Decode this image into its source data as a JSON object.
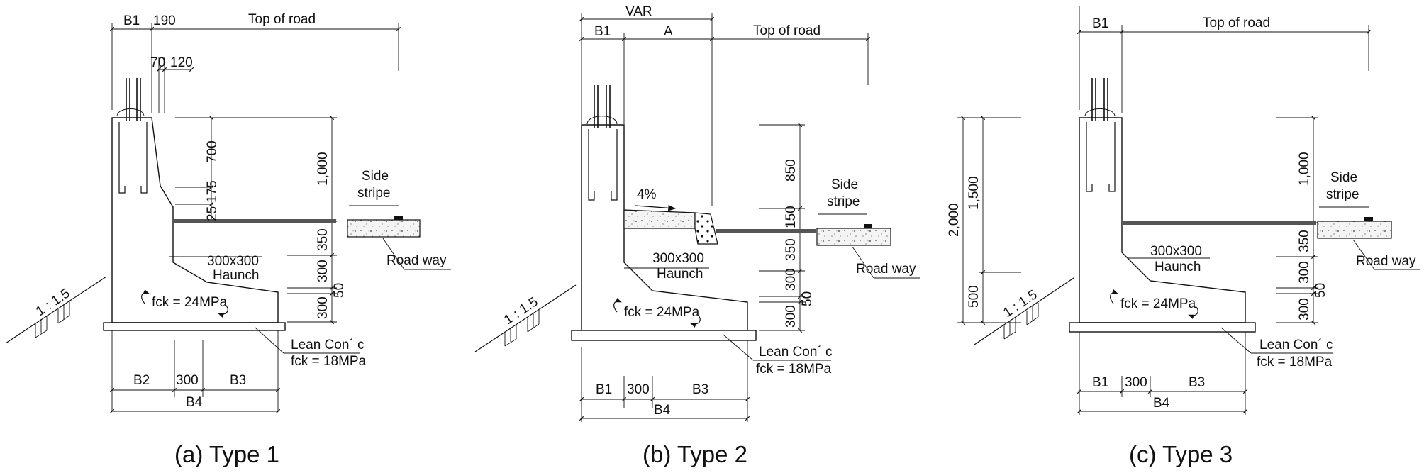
{
  "panels": {
    "type1": {
      "caption": "(a) Type 1",
      "dims": {
        "b1": "B1",
        "d190": "190",
        "top_of_road": "Top of road",
        "d70": "70",
        "d120": "120",
        "d700": "700",
        "d175": "175",
        "d25": "25",
        "d1000": "1,000",
        "d350": "350",
        "d300a": "300",
        "d50": "50",
        "d300b": "300",
        "b2": "B2",
        "d300_bottom": "300",
        "b3": "B3",
        "b4": "B4"
      },
      "side_stripe": [
        "Side",
        "stripe"
      ],
      "road_way": "Road way",
      "haunch": [
        "300x300",
        "Haunch"
      ],
      "fck": "fck = 24MPa",
      "lean": [
        "Lean Con´ c",
        "fck = 18MPa"
      ],
      "slope": "1 : 1.5"
    },
    "type2": {
      "caption": "(b) Type 2",
      "dims": {
        "var": "VAR",
        "b1": "B1",
        "a": "A",
        "top_of_road": "Top of road",
        "d850": "850",
        "d150": "150",
        "d350": "350",
        "d300a": "300",
        "d50": "50",
        "d300b": "300",
        "b1_bottom": "B1",
        "d300_bottom": "300",
        "b3": "B3",
        "b4": "B4"
      },
      "grade": "4%",
      "side_stripe": [
        "Side",
        "stripe"
      ],
      "road_way": "Road way",
      "haunch": [
        "300x300",
        "Haunch"
      ],
      "fck": "fck = 24MPa",
      "lean": [
        "Lean Con´ c",
        "fck = 18MPa"
      ],
      "slope": "1 : 1.5"
    },
    "type3": {
      "caption": "(c) Type 3",
      "dims": {
        "b1": "B1",
        "top_of_road": "Top of road",
        "d2000": "2,000",
        "d1500": "1,500",
        "d500": "500",
        "d1000": "1,000",
        "d350": "350",
        "d300a": "300",
        "d50": "50",
        "d300b": "300",
        "b1_bottom": "B1",
        "d300_bottom": "300",
        "b3": "B3",
        "b4": "B4"
      },
      "side_stripe": [
        "Side",
        "stripe"
      ],
      "road_way": "Road way",
      "haunch": [
        "300x300",
        "Haunch"
      ],
      "fck": "fck = 24MPa",
      "lean": [
        "Lean Con´ c",
        "fck = 18MPa"
      ],
      "slope": "1 : 1.5"
    }
  }
}
